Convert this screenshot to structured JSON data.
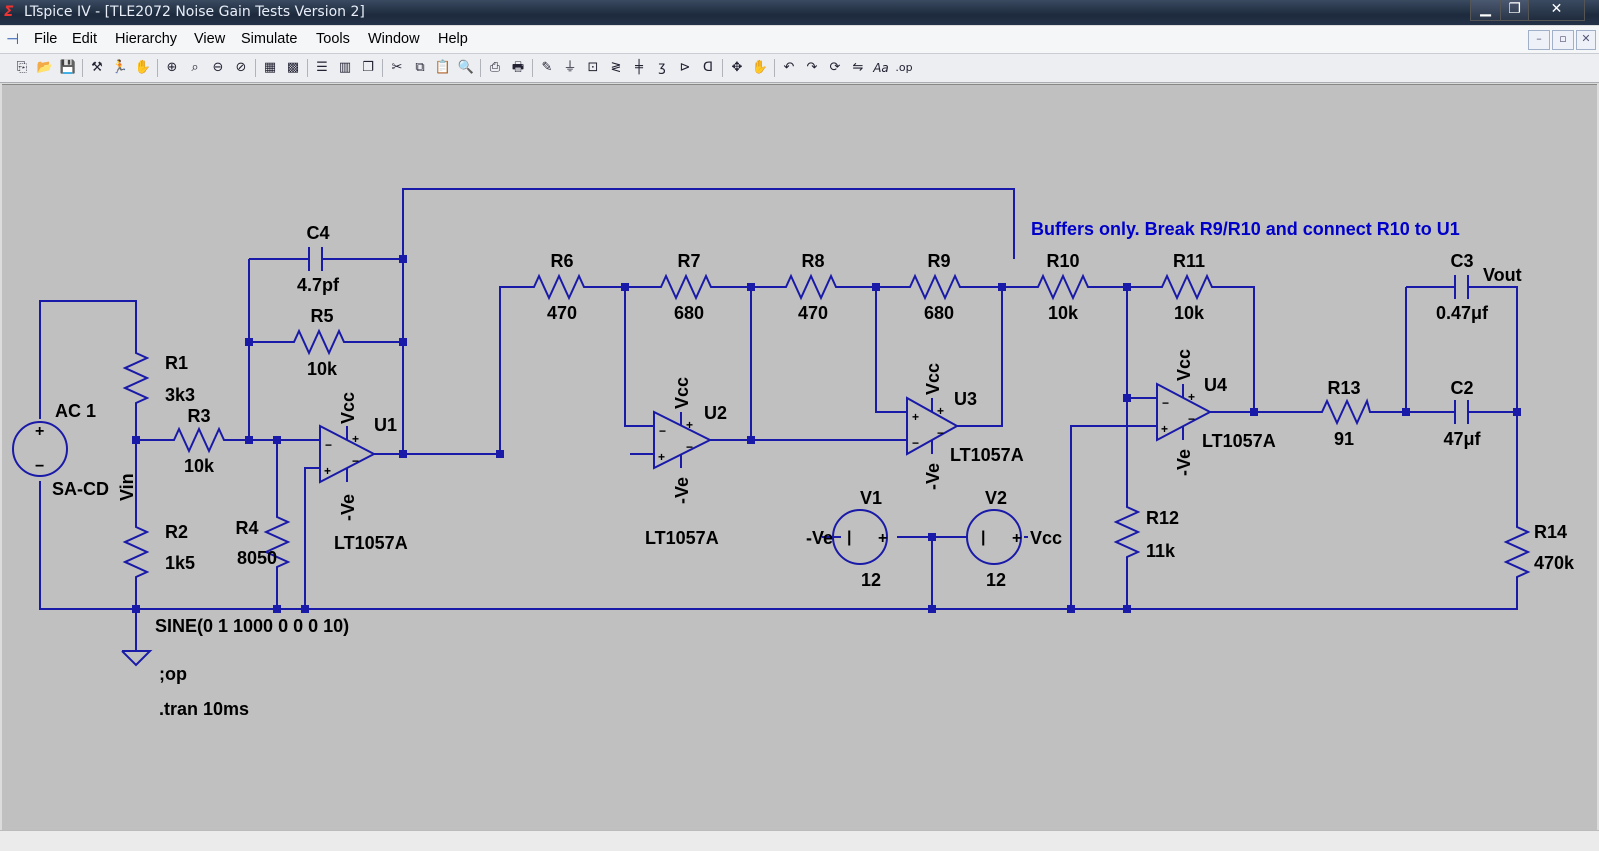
{
  "window": {
    "title": "LTspice IV - [TLE2072 Noise Gain Tests Version 2]"
  },
  "menu": [
    "File",
    "Edit",
    "Hierarchy",
    "View",
    "Simulate",
    "Tools",
    "Window",
    "Help"
  ],
  "toolbar": {
    "icons": [
      "new-schematic-icon",
      "open-icon",
      "save-icon",
      "control-panel-icon",
      "run-icon",
      "halt-icon",
      "zoom-in-icon",
      "pan-icon",
      "zoom-out-icon",
      "zoom-fit-icon",
      "autorange-icon",
      "grid-icon",
      "tile-horizontal-icon",
      "tile-vertical-icon",
      "cascade-icon",
      "cut-icon",
      "copy-icon",
      "paste-icon",
      "find-icon",
      "print-setup-icon",
      "print-icon",
      "draw-wire-icon",
      "ground-icon",
      "label-net-icon",
      "resistor-icon",
      "capacitor-icon",
      "inductor-icon",
      "diode-icon",
      "component-icon",
      "move-icon",
      "drag-icon",
      "undo-icon",
      "redo-icon",
      "rotate-icon",
      "mirror-icon",
      "text-icon",
      "spice-directive-icon"
    ],
    "text_icon": "Aa",
    "op_icon": ".op"
  },
  "colors": {
    "wire": "#1a1aa8",
    "text": "#000000",
    "note": "#0000c8",
    "canvas": "#c0c0c0"
  },
  "schematic": {
    "comment": "Buffers only. Break R9/R10 and connect R10 to U1",
    "components": [
      {
        "ref": "C4",
        "value": "4.7pf"
      },
      {
        "ref": "R5",
        "value": "10k"
      },
      {
        "ref": "R1",
        "value": "3k3"
      },
      {
        "ref": "R2",
        "value": "1k5"
      },
      {
        "ref": "R3",
        "value": "10k"
      },
      {
        "ref": "R4",
        "value": "8050"
      },
      {
        "ref": "R6",
        "value": "470"
      },
      {
        "ref": "R7",
        "value": "680"
      },
      {
        "ref": "R8",
        "value": "470"
      },
      {
        "ref": "R9",
        "value": "680"
      },
      {
        "ref": "R10",
        "value": "10k"
      },
      {
        "ref": "R11",
        "value": "10k"
      },
      {
        "ref": "R12",
        "value": "11k"
      },
      {
        "ref": "R13",
        "value": "91"
      },
      {
        "ref": "R14",
        "value": "470k"
      },
      {
        "ref": "C2",
        "value": "47μf"
      },
      {
        "ref": "C3",
        "value": "0.47μf"
      },
      {
        "ref": "V1",
        "value": "12"
      },
      {
        "ref": "V2",
        "value": "12"
      }
    ],
    "opamps": [
      {
        "ref": "U1",
        "model": "LT1057A"
      },
      {
        "ref": "U2",
        "model": "LT1057A"
      },
      {
        "ref": "U3",
        "model": "LT1057A"
      },
      {
        "ref": "U4",
        "model": "LT1057A"
      }
    ],
    "source": {
      "amplitude": "AC 1",
      "name": "SA-CD",
      "func": "SINE(0 1 1000 0 0 0 10)"
    },
    "nets": {
      "vin": "Vin",
      "vout": "Vout",
      "vcc": "Vcc",
      "ve": "-Ve"
    },
    "directives": [
      ";op",
      ".tran 10ms"
    ]
  }
}
